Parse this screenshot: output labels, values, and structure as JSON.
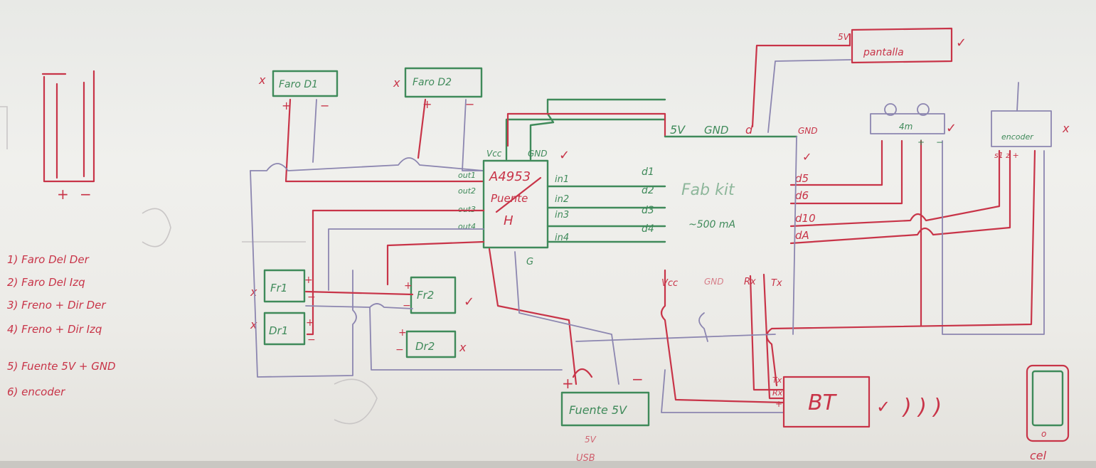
{
  "components": {
    "faro_d1": "Faro D1",
    "faro_d2": "Faro D2",
    "driver_name": "A4953",
    "driver_sub1": "Puente",
    "driver_sub2": "H",
    "driver_vcc": "Vcc",
    "driver_gnd": "GND",
    "driver_out1": "out1",
    "driver_out2": "out2",
    "driver_out3": "out3",
    "driver_out4": "out4",
    "driver_in1": "in1",
    "driver_in2": "in2",
    "driver_in3": "in3",
    "driver_in4": "in4",
    "driver_g": "G",
    "fabkit_name": "Fab kit",
    "fabkit_current": "~500 mA",
    "fab_5v": "5V",
    "fab_gnd": "GND",
    "fab_d": "d",
    "fab_d1": "d1",
    "fab_d2": "d2",
    "fab_d3": "d3",
    "fab_d4": "d4",
    "fab_vcc": "Vcc",
    "fab_gnd_bottom": "GND",
    "fab_rx": "Rx",
    "fab_tx": "Tx",
    "gnd_right": "GND",
    "d5": "d5",
    "d6": "d6",
    "d10": "d10",
    "dA": "dA",
    "pantalla": "pantalla",
    "sensor_4m": "4m",
    "encoder": "encoder",
    "enc_pins": "s1  z  +",
    "fr1": "Fr1",
    "fr2": "Fr2",
    "dr1": "Dr1",
    "dr2": "Dr2",
    "fuente": "Fuente 5V",
    "fuente_sub1": "5V",
    "fuente_sub2": "USB",
    "bt": "BT",
    "bt_tx": "Tx",
    "bt_rx": "Rx",
    "bt_plus": "+",
    "cel": "cel",
    "cel_o": "o"
  },
  "symbols": {
    "x": "x",
    "check": "✓",
    "plus": "+",
    "minus": "−",
    "waves": ") ) )"
  },
  "legend": [
    "1) Faro Del Der",
    "2) Faro Del Izq",
    "3) Freno + Dir Der",
    "4) Freno + Dir Izq",
    "5) Fuente 5V + GND",
    "6) encoder"
  ],
  "colors": {
    "green_marker": "#3f8a5a",
    "red_marker": "#c83448",
    "purple_marker": "#8c86b0",
    "board": "#ecebe7"
  }
}
